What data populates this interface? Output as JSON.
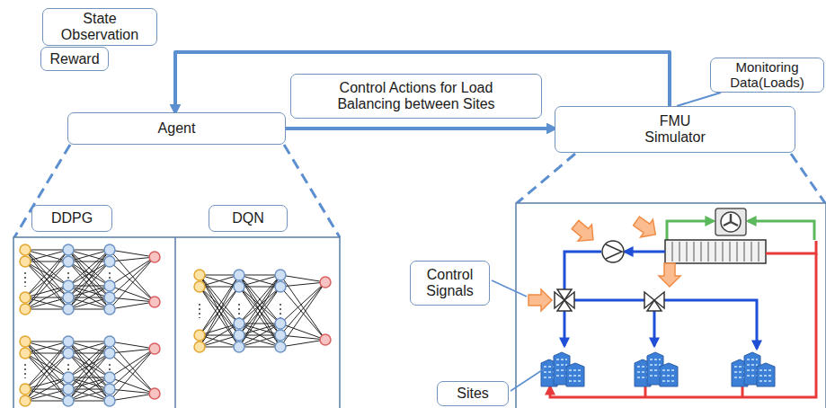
{
  "diagram": {
    "nodes": [
      {
        "text": [
          "State Observation"
        ]
      },
      {
        "text": [
          "Reward"
        ]
      },
      {
        "text": [
          "Monitoring Data(Loads)"
        ]
      },
      {
        "text": [
          "Control Actions for Load Balancing between Sites"
        ]
      },
      {
        "text": [
          "Agent"
        ]
      },
      {
        "text": [
          "FMU Simulator"
        ]
      },
      {
        "text": [
          "DDPG"
        ]
      },
      {
        "text": [
          "DQN"
        ]
      },
      {
        "text": [
          "Control Signals"
        ]
      },
      {
        "text": [
          "Sites"
        ]
      }
    ],
    "edges": [
      {
        "from": 4,
        "to": 5,
        "arrow": "to"
      },
      {
        "from": 5,
        "to": 4,
        "arrow": "to"
      },
      {
        "from": 2,
        "to": 5,
        "arrow": "none"
      }
    ]
  }
}
